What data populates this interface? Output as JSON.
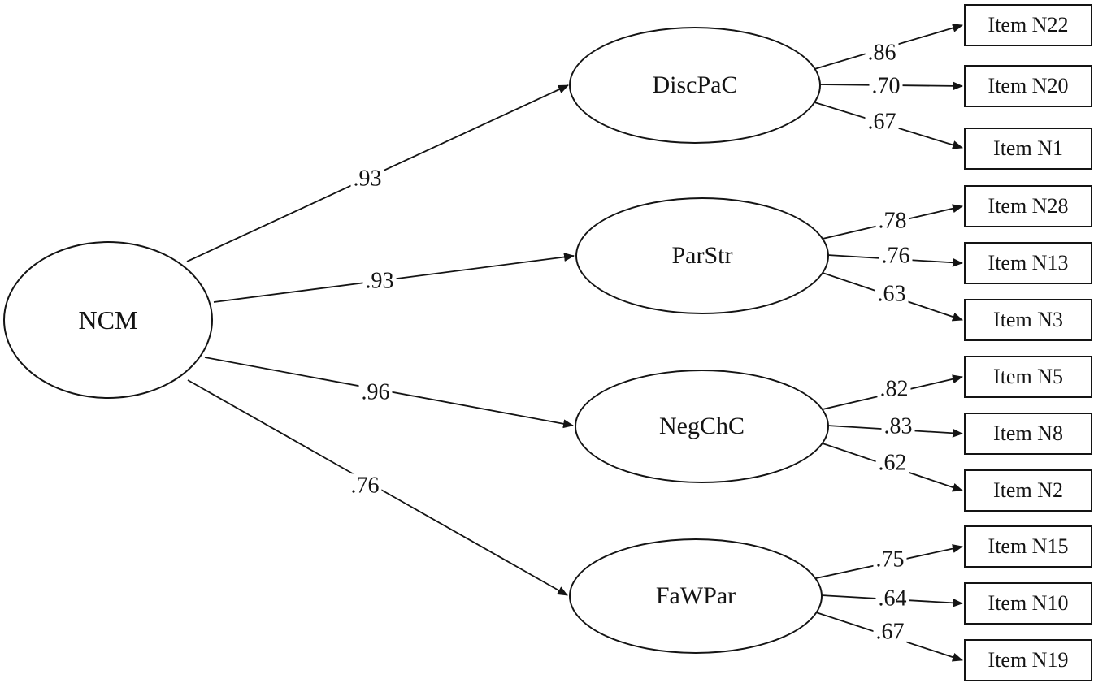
{
  "diagram": {
    "kind": "confirmatory-factor-analysis-path-diagram",
    "colors": {
      "line": "#141414",
      "background": "#ffffff",
      "text": "#141414"
    },
    "root": {
      "label": "NCM"
    },
    "factors": [
      {
        "label": "DiscPaC",
        "loading": ".93",
        "items": [
          {
            "label": "Item N22",
            "loading": ".86"
          },
          {
            "label": "Item N20",
            "loading": ".70"
          },
          {
            "label": "Item N1",
            "loading": ".67"
          }
        ]
      },
      {
        "label": "ParStr",
        "loading": ".93",
        "items": [
          {
            "label": "Item N28",
            "loading": ".78"
          },
          {
            "label": "Item N13",
            "loading": ".76"
          },
          {
            "label": "Item N3",
            "loading": ".63"
          }
        ]
      },
      {
        "label": "NegChC",
        "loading": ".96",
        "items": [
          {
            "label": "Item N5",
            "loading": ".82"
          },
          {
            "label": "Item N8",
            "loading": ".83"
          },
          {
            "label": "Item N2",
            "loading": ".62"
          }
        ]
      },
      {
        "label": "FaWPar",
        "loading": ".76",
        "items": [
          {
            "label": "Item N15",
            "loading": ".75"
          },
          {
            "label": "Item N10",
            "loading": ".64"
          },
          {
            "label": "Item N19",
            "loading": ".67"
          }
        ]
      }
    ]
  }
}
